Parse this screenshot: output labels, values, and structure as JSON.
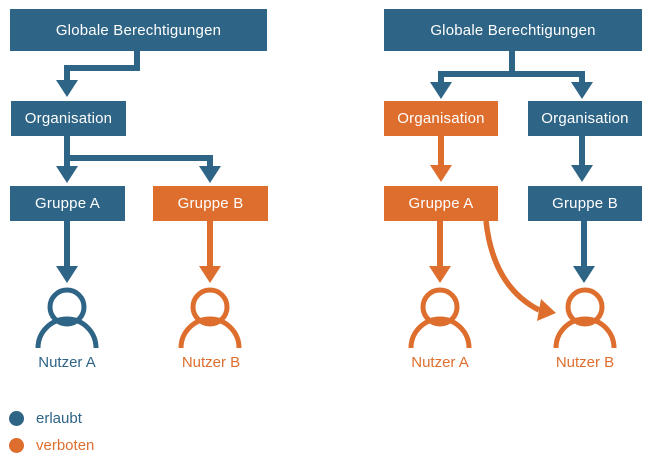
{
  "colors": {
    "allowed": "#2E6486",
    "forbidden": "#DE6E2E"
  },
  "left_diagram": {
    "root_label": "Globale Berechtigungen",
    "org_label": "Organisation",
    "group_a_label": "Gruppe A",
    "group_b_label": "Gruppe B",
    "user_a_label": "Nutzer A",
    "user_b_label": "Nutzer B"
  },
  "right_diagram": {
    "root_label": "Globale Berechtigungen",
    "org_a_label": "Organisation",
    "org_b_label": "Organisation",
    "group_a_label": "Gruppe A",
    "group_b_label": "Gruppe B",
    "user_a_label": "Nutzer A",
    "user_b_label": "Nutzer B"
  },
  "legend": {
    "allowed_label": "erlaubt",
    "forbidden_label": "verboten"
  }
}
